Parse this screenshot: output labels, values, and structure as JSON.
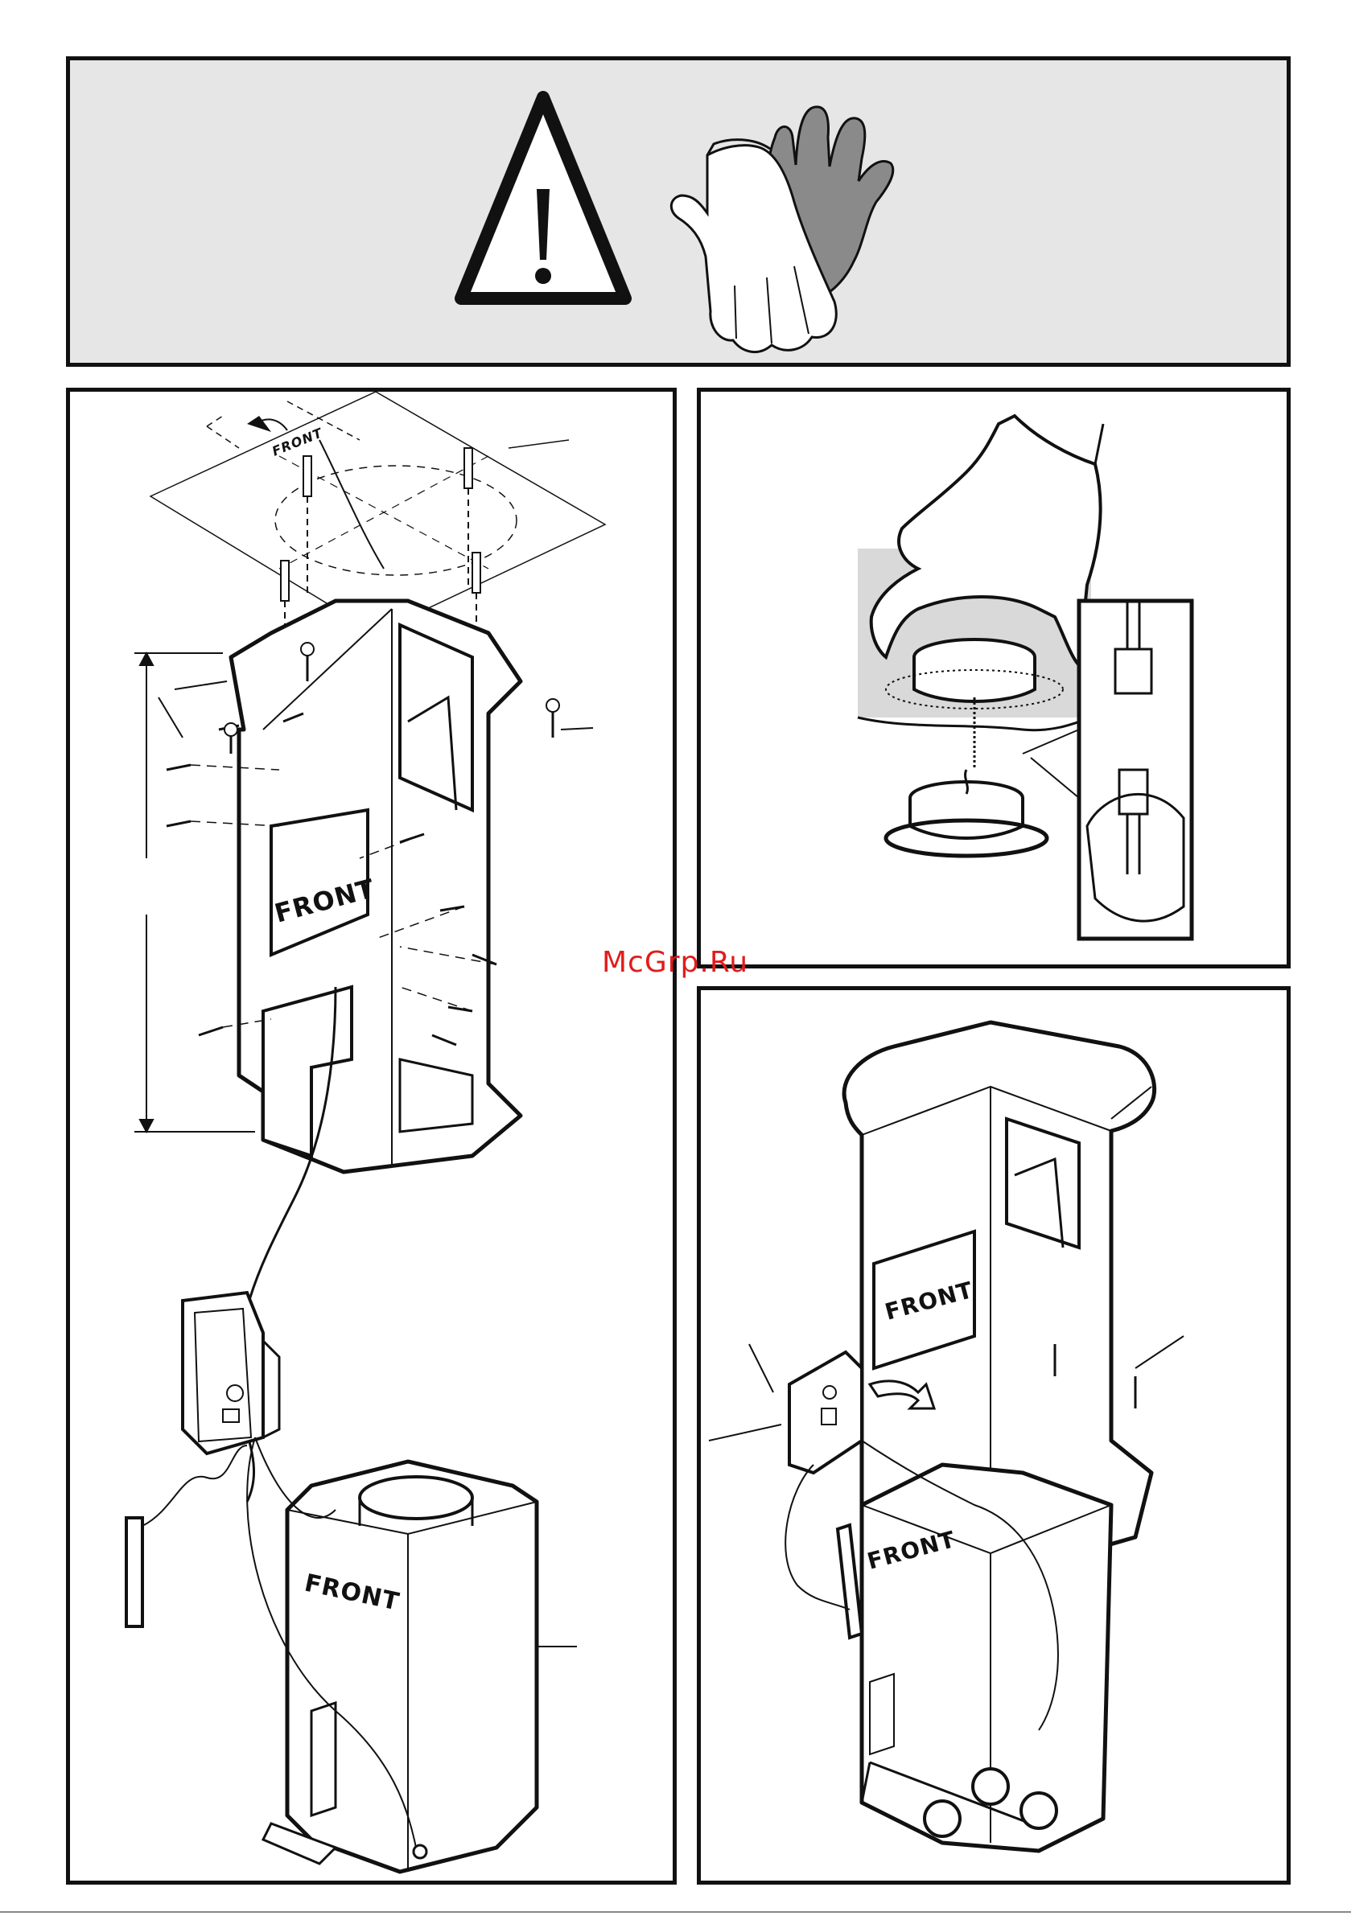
{
  "watermark": "McGrp.Ru",
  "warning": {
    "icon": "warning-triangle-icon",
    "gloves": "protective-gloves-icon"
  },
  "install": {
    "ceiling_arrow_label": "FRONT",
    "duct_label": "FRONT",
    "motor_label": "FRONT"
  },
  "assembly": {
    "duct_label": "FRONT",
    "motor_label": "FRONT"
  }
}
